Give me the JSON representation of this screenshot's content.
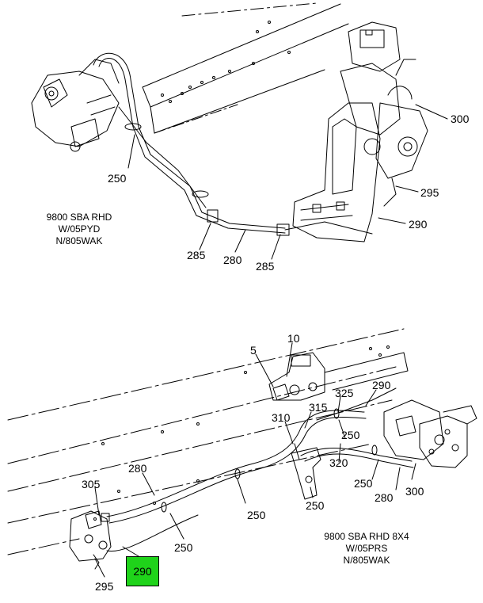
{
  "top_view": {
    "caption": [
      "9800 SBA RHD",
      "W/05PYD",
      "N/805WAK"
    ],
    "callouts": {
      "c250": "250",
      "c300": "300",
      "c295": "295",
      "c290": "290",
      "c285a": "285",
      "c280": "280",
      "c285b": "285"
    }
  },
  "bottom_view": {
    "caption": [
      "9800 SBA RHD 8X4",
      "W/05PRS",
      "N/805WAK"
    ],
    "callouts": {
      "c5": "5",
      "c10": "10",
      "c290": "290",
      "c325": "325",
      "c315": "315",
      "c310": "310",
      "c250a": "250",
      "c320": "320",
      "c280a": "280",
      "c305": "305",
      "c250b": "250",
      "c280b": "280",
      "c300": "300",
      "c250c": "250",
      "c250d": "250",
      "c295": "295"
    },
    "highlight": {
      "label": "290",
      "color": "#1fd31a"
    }
  }
}
